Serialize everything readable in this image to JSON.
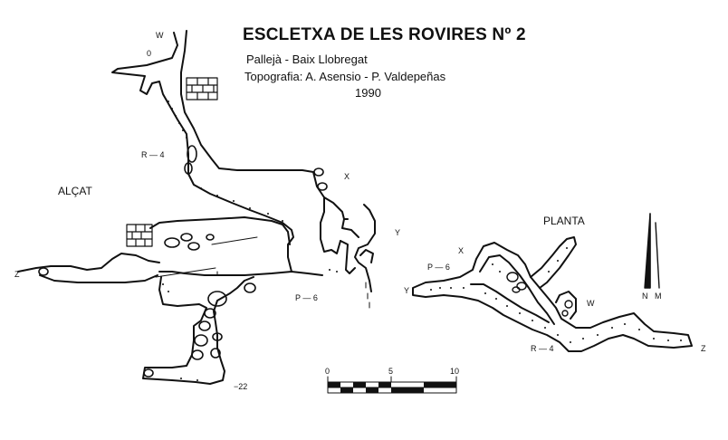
{
  "header": {
    "title": "ESCLETXA DE LES ROVIRES Nº 2",
    "location": "Pallejà - Baix Llobregat",
    "survey": "Topografia: A. Asensio - P. Valdepeñas",
    "year": "1990"
  },
  "elevation": {
    "label": "ALÇAT",
    "marks": {
      "w": "W",
      "zero": "0",
      "x": "X",
      "y": "Y",
      "z": "Z",
      "r4": "R — 4",
      "p6": "P — 6",
      "depth": "−22"
    }
  },
  "plan": {
    "label": "PLANTA",
    "marks": {
      "x": "X",
      "y": "Y",
      "w": "W",
      "z": "Z",
      "p6": "P — 6",
      "r4": "R — 4"
    }
  },
  "north": {
    "n": "N",
    "m": "M"
  },
  "scale": {
    "ticks": [
      "0",
      "5",
      "10"
    ]
  },
  "colors": {
    "ink": "#111111",
    "background": "#ffffff"
  }
}
